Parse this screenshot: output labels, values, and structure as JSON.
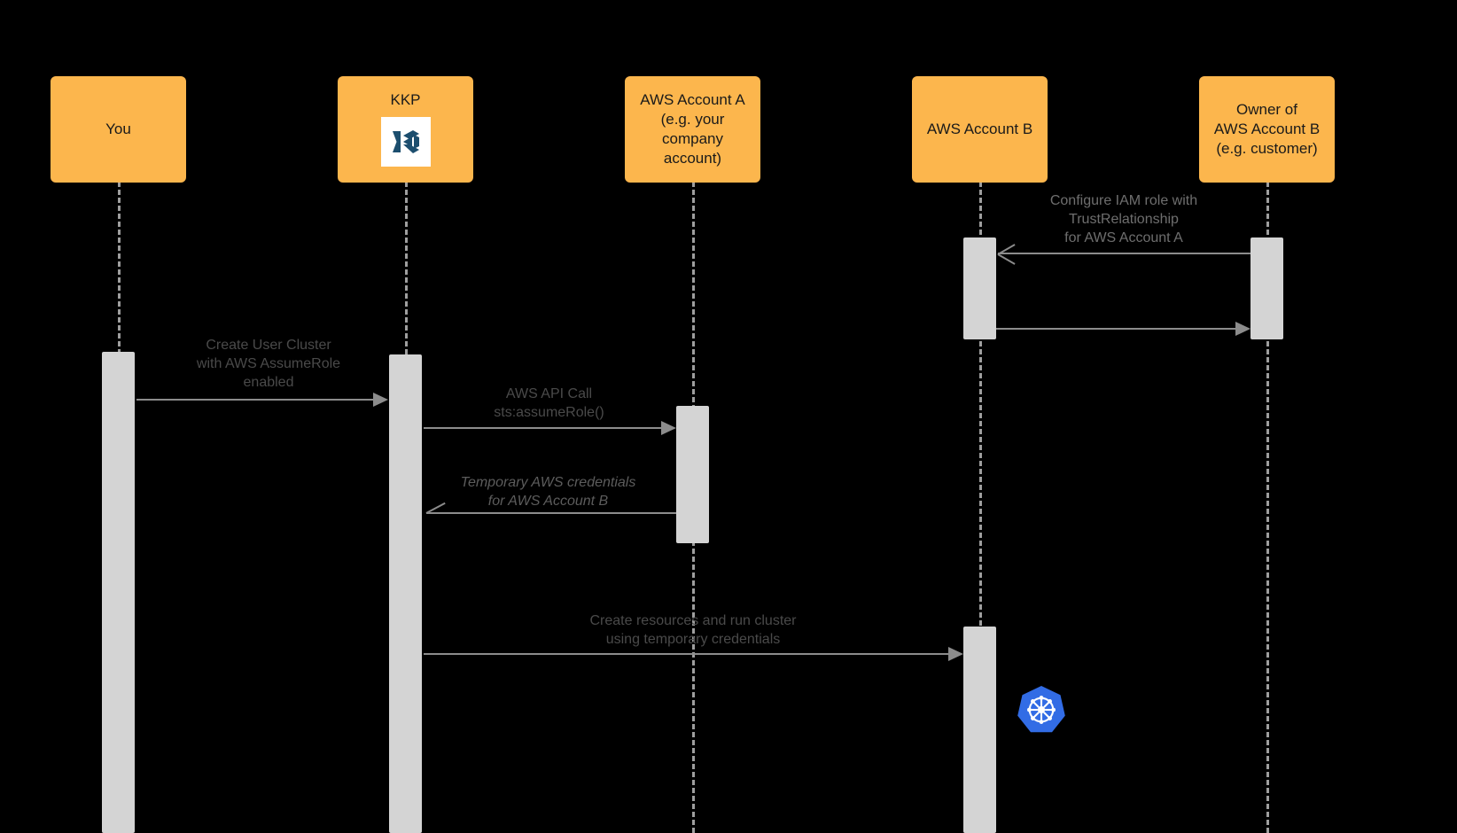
{
  "diagram": {
    "type": "sequence-diagram",
    "title": "AWS AssumeRole user cluster creation flow",
    "background_color": "#000000",
    "actor_color": "#FCB64D",
    "activation_color": "#D4D4D4",
    "line_color": "#8c8c8c",
    "kubernetes_blue": "#326CE5",
    "kkp_navy": "#1C4E6E"
  },
  "actors": [
    {
      "id": "you",
      "label": "You",
      "logo": "none"
    },
    {
      "id": "kkp",
      "label": "KKP",
      "logo": "kkp-logo"
    },
    {
      "id": "account_a",
      "label": "AWS Account A\n(e.g. your\ncompany account)",
      "logo": "none"
    },
    {
      "id": "account_b",
      "label": "AWS Account B",
      "logo": "none"
    },
    {
      "id": "owner_b",
      "label": "Owner of\nAWS Account B\n(e.g. customer)",
      "logo": "none"
    }
  ],
  "messages": [
    {
      "id": "configure-iam-role",
      "label": "Configure IAM role with\nTrustRelationship\nfor AWS Account A",
      "from": "owner_b",
      "to": "account_b",
      "direction": "left",
      "style": "light",
      "arrow": "open"
    },
    {
      "id": "iam-role-return",
      "label": "",
      "from": "account_b",
      "to": "owner_b",
      "direction": "right",
      "style": "light",
      "arrow": "solid"
    },
    {
      "id": "create-user-cluster",
      "label": "Create User Cluster\nwith AWS AssumeRole\nenabled",
      "from": "you",
      "to": "kkp",
      "direction": "right",
      "style": "normal",
      "arrow": "solid"
    },
    {
      "id": "sts-assume-role",
      "label": "AWS API Call\nsts:assumeRole()",
      "from": "kkp",
      "to": "account_a",
      "direction": "right",
      "style": "normal",
      "arrow": "solid"
    },
    {
      "id": "temporary-credentials",
      "label": "Temporary AWS credentials\nfor AWS Account B",
      "from": "account_a",
      "to": "kkp",
      "direction": "left",
      "style": "italic",
      "arrow": "half-open"
    },
    {
      "id": "create-resources",
      "label": "Create resources and run cluster\nusing temporary credentials",
      "from": "kkp",
      "to": "account_b",
      "direction": "right",
      "style": "normal",
      "arrow": "solid"
    }
  ],
  "badges": [
    {
      "id": "kubernetes-cluster-badge",
      "icon": "kubernetes-icon",
      "on": "account_b"
    }
  ]
}
